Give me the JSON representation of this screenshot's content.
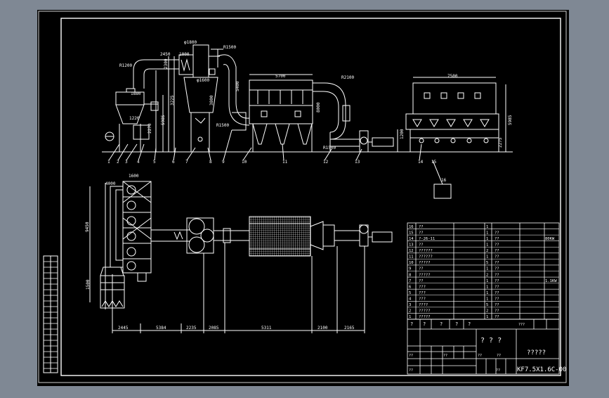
{
  "dimensions": {
    "top_left": [
      "2450",
      "1000"
    ],
    "top_mid": [
      "5700",
      "7500"
    ],
    "radii": [
      "R1200",
      "R1500",
      "R1500",
      "R2100",
      "R1500"
    ],
    "small": [
      "φ1800",
      "φ1600",
      "1880",
      "1220",
      "2300",
      "3225",
      "5985",
      "2270",
      "5400",
      "3800",
      "5985",
      "1200",
      "8000",
      "2275"
    ],
    "bottom": [
      "2445",
      "5384",
      "2235",
      "2085",
      "5311",
      "2100",
      "2165"
    ],
    "left_vertical": [
      "9450",
      "4000",
      "1600",
      "1500"
    ]
  },
  "callouts": [
    "1",
    "2",
    "3",
    "4",
    "5",
    "6",
    "7",
    "8",
    "9",
    "10",
    "11",
    "12",
    "13",
    "14",
    "15",
    "16"
  ],
  "parts_table": {
    "rows": [
      {
        "no": "16",
        "name": "??",
        "qty": "1",
        "mat": "",
        "note": ""
      },
      {
        "no": "15",
        "name": "??",
        "qty": "1",
        "mat": "??",
        "note": ""
      },
      {
        "no": "14",
        "name": "?-26-11",
        "qty": "1",
        "mat": "??",
        "note": "80KW"
      },
      {
        "no": "13",
        "name": "??",
        "qty": "1",
        "mat": "??",
        "note": ""
      },
      {
        "no": "12",
        "name": "??????",
        "qty": "2",
        "mat": "??",
        "note": ""
      },
      {
        "no": "11",
        "name": "??????",
        "qty": "1",
        "mat": "??",
        "note": ""
      },
      {
        "no": "10",
        "name": "?????",
        "qty": "5",
        "mat": "??",
        "note": ""
      },
      {
        "no": "9",
        "name": "??",
        "qty": "1",
        "mat": "??",
        "note": ""
      },
      {
        "no": "8",
        "name": "?????",
        "qty": "2",
        "mat": "??",
        "note": ""
      },
      {
        "no": "7",
        "name": "??",
        "qty": "1",
        "mat": "??",
        "note": "1.1KW"
      },
      {
        "no": "6",
        "name": "???",
        "qty": "1",
        "mat": "??",
        "note": ""
      },
      {
        "no": "5",
        "name": "???",
        "qty": "1",
        "mat": "??",
        "note": ""
      },
      {
        "no": "4",
        "name": "???",
        "qty": "1",
        "mat": "??",
        "note": ""
      },
      {
        "no": "3",
        "name": "????",
        "qty": "5",
        "mat": "??",
        "note": ""
      },
      {
        "no": "2",
        "name": "?????",
        "qty": "2",
        "mat": "??",
        "note": ""
      },
      {
        "no": "1",
        "name": "?????",
        "qty": "1",
        "mat": "??",
        "note": ""
      }
    ],
    "header": [
      "?",
      "?",
      "?",
      "?",
      "?",
      "? ? ?"
    ]
  },
  "title_block": {
    "center": "? ? ?",
    "title": "?????",
    "drawing_no": "KF7.5X1.6C-00",
    "small_cells": [
      "?",
      "?",
      "?",
      "?",
      "?",
      "???",
      "??",
      "??",
      "??",
      "??",
      "??",
      "??"
    ]
  }
}
